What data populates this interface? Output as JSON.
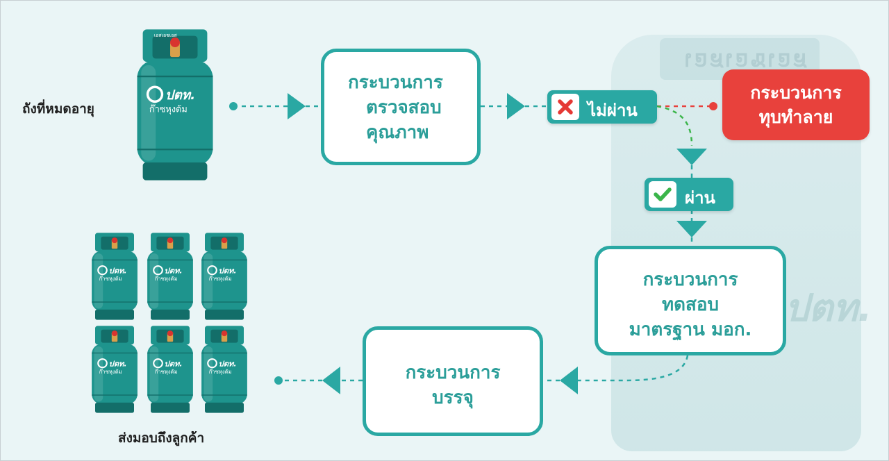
{
  "diagram": {
    "source_label": "ถังที่หมดอายุ",
    "inspection": {
      "lines": [
        "กระบวนการ",
        "ตรวจสอบ",
        "คุณภาพ"
      ]
    },
    "fail_badge": {
      "label": "ไม่ผ่าน",
      "icon": "cross-icon"
    },
    "destroy": {
      "lines": [
        "กระบวนการ",
        "ทุบทำลาย"
      ]
    },
    "pass_badge": {
      "label": "ผ่าน",
      "icon": "check-icon"
    },
    "testing": {
      "lines": [
        "กระบวนการ",
        "ทดสอบ",
        "มาตรฐาน มอก."
      ]
    },
    "packing": {
      "lines": [
        "กระบวนการ",
        "บรรจุ"
      ]
    },
    "delivery_label": "ส่งมอบถึงลูกค้า"
  },
  "tank": {
    "brand_logo": "ปตท.",
    "brand_name": "ก๊าซหุงต้ม",
    "top_text": "เอสเอชเอส"
  },
  "background_watermark": {
    "top_text": "เอสเอชเอส",
    "logo": "ปตท."
  },
  "colors": {
    "teal": "#2aa8a3",
    "teal_text": "#2b9e99",
    "red": "#e8413c",
    "background": "#eaf5f6",
    "tank_body": "#1e948d",
    "tank_dark": "#136e69",
    "cross": "#e53935",
    "check": "#3bb54a"
  }
}
